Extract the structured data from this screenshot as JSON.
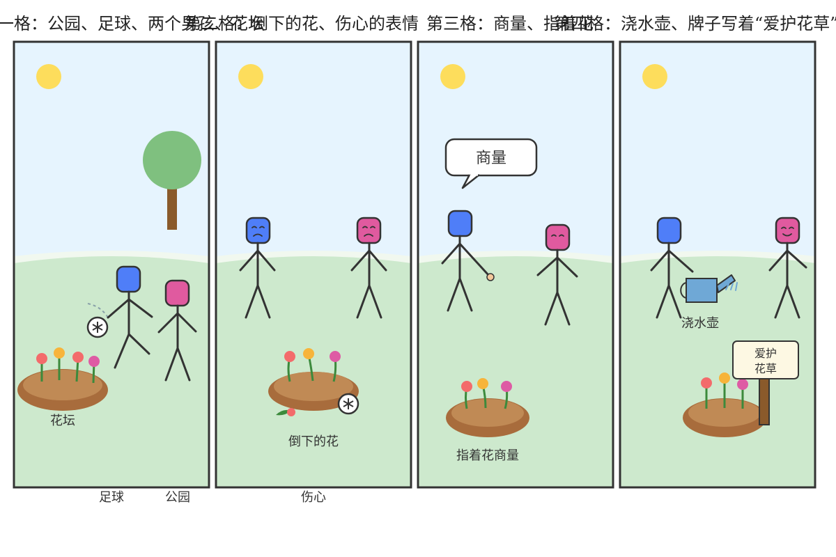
{
  "panels": [
    {
      "caption": "第一格：公园、足球、两个男孩、花坛",
      "labels": {
        "flowerbed": "花坛",
        "football": "足球",
        "park": "公园"
      }
    },
    {
      "caption": "第二格：倒下的花、伤心的表情",
      "labels": {
        "fallen_flower": "倒下的花",
        "sad": "伤心"
      }
    },
    {
      "caption": "第三格：商量、指着花",
      "labels": {
        "speech": "商量",
        "pointing": "指着花商量"
      }
    },
    {
      "caption": "第四格：浇水壶、牌子写着“爱护花草”",
      "labels": {
        "watering_can": "浇水壶",
        "sign_line1": "爱护",
        "sign_line2": "花草"
      }
    }
  ],
  "colors": {
    "sky": "#e6f4fe",
    "grass": "#cde9cd",
    "sun": "#fddd5c",
    "soil": "#c08a55",
    "boy_a": "#4f7ef8",
    "boy_b": "#e05a9f",
    "tree": "#7fc07f",
    "trunk": "#8a5a2b",
    "can": "#6fa8d6"
  }
}
